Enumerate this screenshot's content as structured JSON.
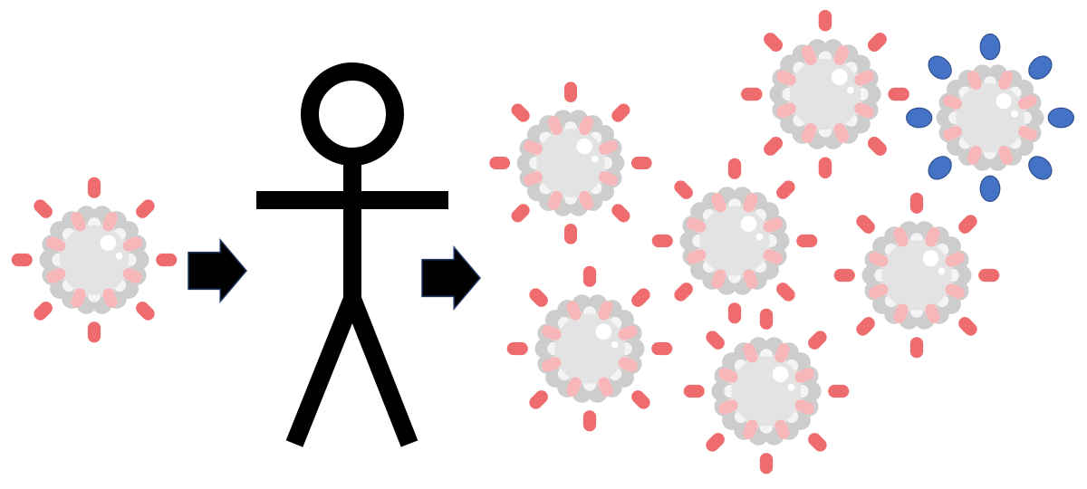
{
  "diagram": {
    "stages": [
      "input-virus",
      "host",
      "output-viruses"
    ],
    "output_virus_count": 7,
    "mutant_virus_count": 1
  },
  "colors": {
    "background": "#ffffff",
    "spike": "#ee6b6e",
    "spike_inner": "#f7b7b9",
    "mutant_spike": "#4472c4",
    "mutant_spike_outline": "#2f4f8f",
    "capsid_ring": "#cdcdcd",
    "capsid_core": "#e3e3e3",
    "capsid_highlight": "#ffffff",
    "stick_figure": "#000000",
    "arrow_fill": "#000000",
    "arrow_outline": "#1f3864"
  },
  "icons": {
    "virus": "coronavirus-icon",
    "mutant_virus": "mutant-coronavirus-icon",
    "host": "stick-figure-person-icon",
    "arrow": "right-arrow-icon"
  }
}
